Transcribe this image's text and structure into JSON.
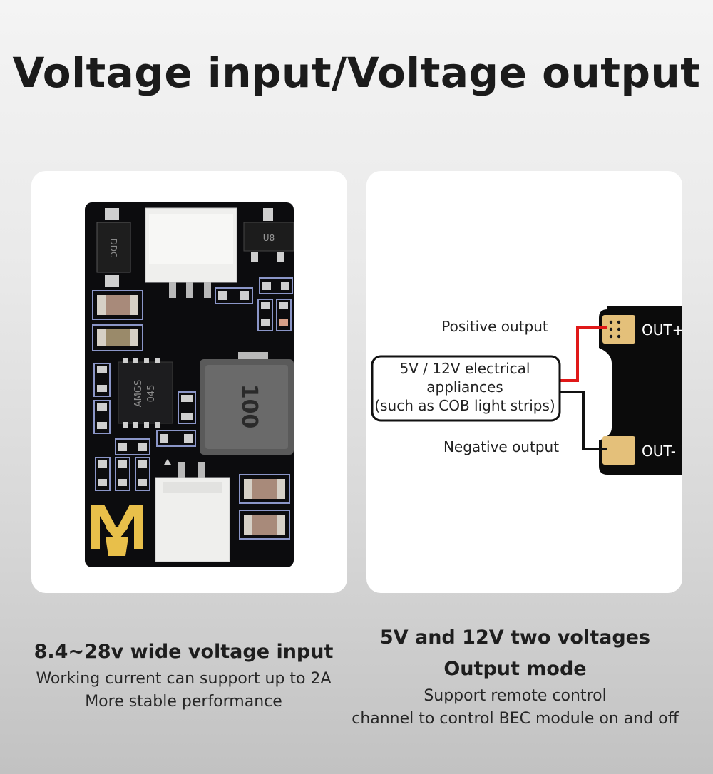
{
  "title": "Voltage input/Voltage output",
  "pcb": {
    "chip_marking_1": "AMGS",
    "chip_marking_2": "045",
    "inductor_marking": "100",
    "diode_marking": "DDC",
    "regulator_marking": "U8"
  },
  "diagram": {
    "positive_label": "Positive output",
    "negative_label": "Negative output",
    "appliance_line1": "5V / 12V electrical",
    "appliance_line2": "appliances",
    "appliance_line3": "(such as COB light strips)",
    "out_plus": "OUT+",
    "out_minus": "OUT-",
    "wire_colors": {
      "positive": "#e01818",
      "negative": "#111111"
    }
  },
  "left_caption": {
    "heading": "8.4~28v wide voltage input",
    "line1": "Working current can support up to 2A",
    "line2": "More stable performance"
  },
  "right_caption": {
    "heading1": "5V and 12V two voltages",
    "heading2": "Output mode",
    "line1": "Support remote control",
    "line2": "channel to control BEC module on and off"
  }
}
